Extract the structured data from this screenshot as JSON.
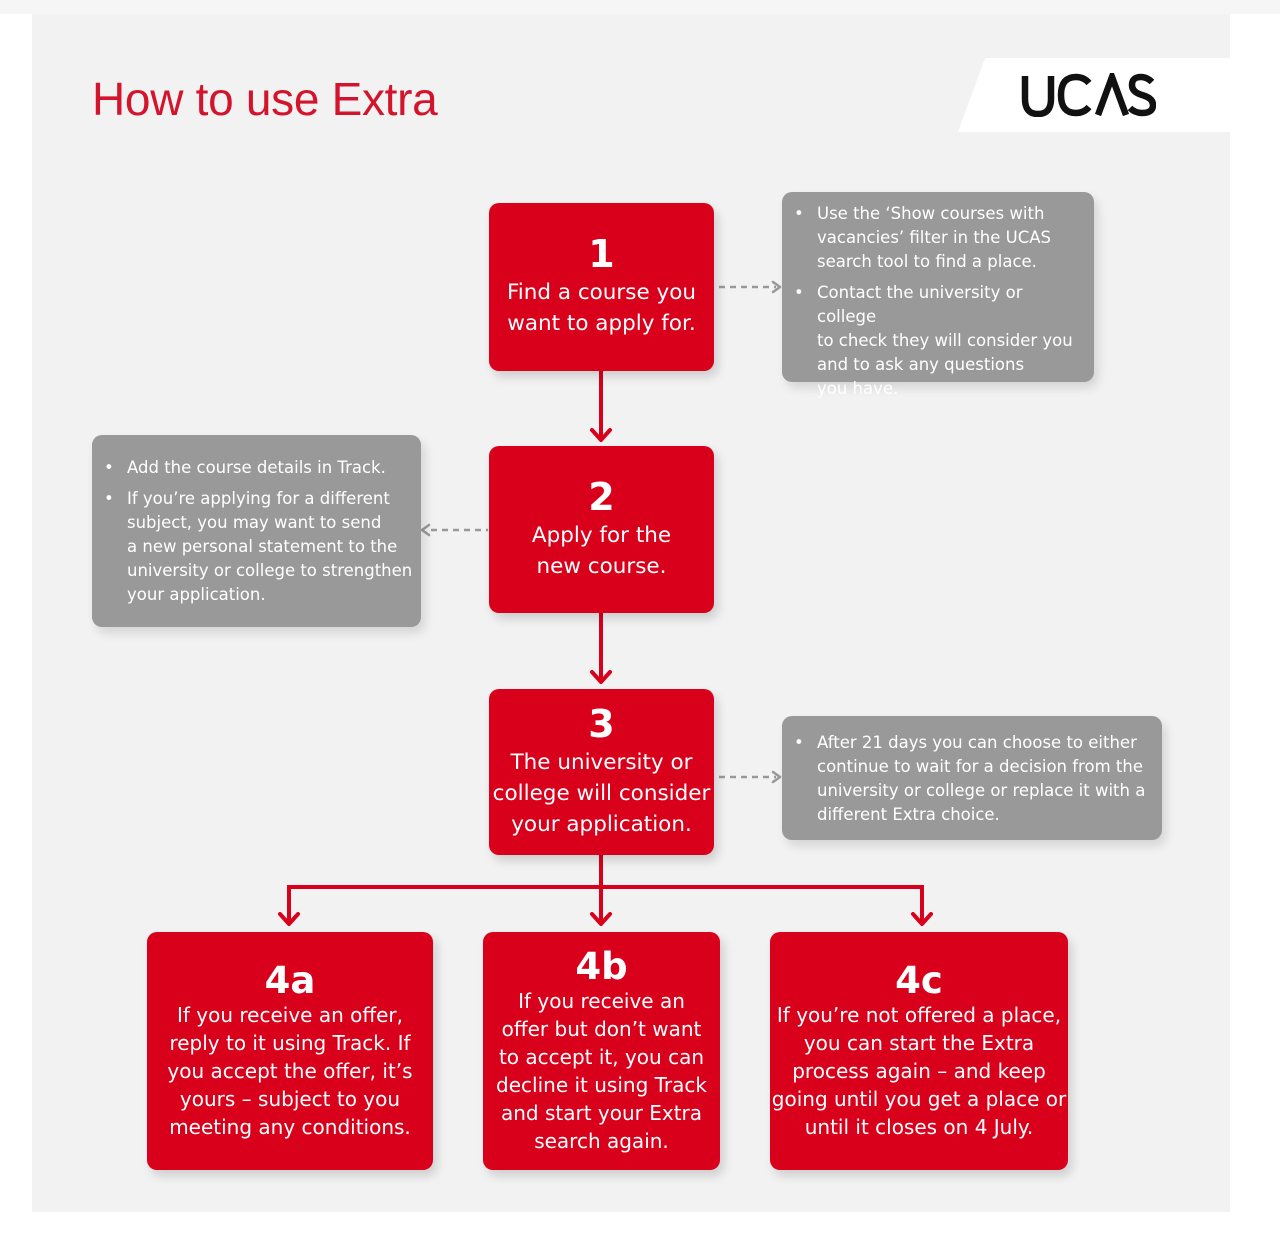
{
  "title": "How to use Extra",
  "logo": {
    "text": "UCAS"
  },
  "colors": {
    "brand_red": "#d9001b",
    "title_red": "#d3142d",
    "note_grey": "#999999",
    "panel_background": "#f2f2f2",
    "connector_grey": "#999999"
  },
  "steps": [
    {
      "number": "1",
      "text": [
        "Find a course you",
        "want to apply for."
      ]
    },
    {
      "number": "2",
      "text": [
        "Apply for the",
        "new course."
      ]
    },
    {
      "number": "3",
      "text": [
        "The university or",
        "college will consider",
        "your application."
      ]
    }
  ],
  "outcomes": [
    {
      "number": "4a",
      "text": [
        "If you receive an offer,",
        "reply to it using Track. If",
        "you accept the offer, it’s",
        "yours – subject to you",
        "meeting any conditions."
      ]
    },
    {
      "number": "4b",
      "text": [
        "If you receive an",
        "offer but don’t want",
        "to accept it, you can",
        "decline it using Track",
        "and start your Extra",
        "search again."
      ]
    },
    {
      "number": "4c",
      "text": [
        "If you’re not offered a place,",
        "you can start the Extra",
        "process again – and keep",
        "going until you get a place or",
        "until it closes on 4 July."
      ]
    }
  ],
  "notes": [
    {
      "bullets": [
        [
          "Use the ‘Show courses with",
          "vacancies’ filter in the UCAS",
          "search tool to find a place."
        ],
        [
          "Contact the university or college",
          "to check they will consider you",
          "and to ask any questions",
          "you have."
        ]
      ]
    },
    {
      "bullets": [
        [
          "Add the course details in Track."
        ],
        [
          "If you’re applying for a different",
          "subject, you may want to send",
          "a new personal statement to the",
          "university or college to strengthen",
          "your application."
        ]
      ]
    },
    {
      "bullets": [
        [
          "After 21 days you can choose to either",
          "continue to wait for a decision from the",
          "university or college or replace it with a",
          "different Extra choice."
        ]
      ]
    }
  ]
}
